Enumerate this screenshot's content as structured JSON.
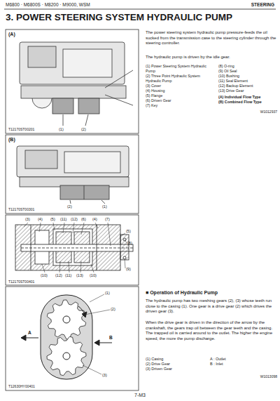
{
  "diagram": {
    "title": "3. POWER STEERING SYSTEM HYDRAULIC PUMP",
    "labels": [
      "M6800 · M6800S · M8200 · M9000, WSM",
      "STEERING",
      "The power steering system hydraulic pump pressure-feeds the oil sucked from the transmission case to the steering cylinder through the steering controller.",
      "The hydraulic pump is driven by the idle gear.",
      "(1) Power Steering System Hydraulic Pump",
      "(2) Three Point Hydraulic System Hydraulic Pump",
      "(3) Cover",
      "(4) Housing",
      "(5) Flange",
      "(6) Driven Gear",
      "(7) Key",
      "(8) O-ring",
      "(9) Oil Seal",
      "(10) Bushing",
      "(11) Seal Element",
      "(12) Backup Element",
      "(13) Drive Gear",
      "(A) Individual Flow Type",
      "(B) Combined Flow Type",
      "W1012937",
      "(A)",
      "T12170ST00201",
      "(1)",
      "(2)",
      "(B)",
      "T12170ST00301",
      "(2)",
      "(1)",
      "(3)",
      "(4)",
      "(5)",
      "(11)",
      "(12)",
      "(6)",
      "(4)",
      "(7)",
      "(5)",
      "(8)",
      "(9)",
      "(10)",
      "(12)",
      "(11)",
      "(13)",
      "(10)",
      "T12170ST00401",
      "■ Operation of Hydraulic Pump",
      "The hydraulic pump has two meshing gears (2), (3) whose teeth run close to the casing (1). One gear is a drive gear (2) which drives the driven gear (3).",
      "When the drive gear is driven in the direction of the arrow by the crankshaft, the gears trap oil between the gear teeth and the casing. The trapped oil is carried around to the outlet. The higher the engine speed, the more the pump discharge.",
      "(1) Casing",
      "A : Outlet",
      "(2) Drive Gear",
      "B : Inlet",
      "(3) Driven Gear",
      "W1013098",
      "(1)",
      "(2)",
      "(3)",
      "A",
      "B",
      "T12630HY00401",
      "7-M3"
    ]
  }
}
